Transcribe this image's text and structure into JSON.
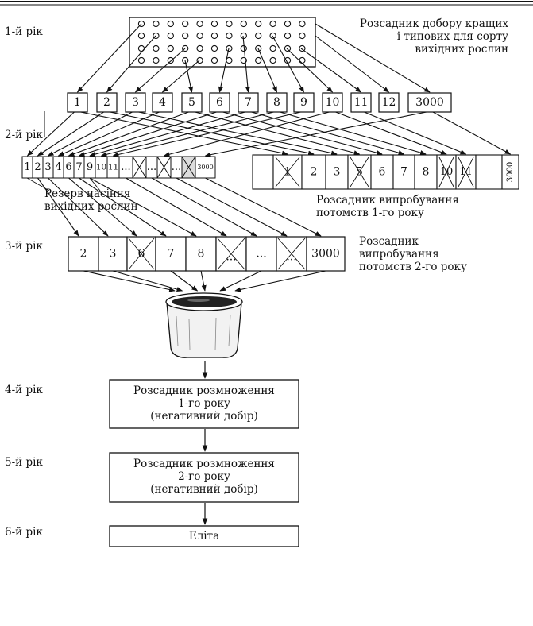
{
  "years": [
    "1-й рік",
    "2-й рік",
    "3-й рік",
    "4-й рік",
    "5-й рік",
    "6-й рік"
  ],
  "nursery1": [
    "Розсадник добору кращих",
    "і типових для сорту",
    "вихідних рослин"
  ],
  "row1_boxes": [
    "1",
    "2",
    "3",
    "4",
    "5",
    "6",
    "7",
    "8",
    "9",
    "10",
    "11",
    "12",
    "3000"
  ],
  "reserve_boxes": [
    "1",
    "2",
    "3",
    "4",
    "6",
    "7",
    "9",
    "10",
    "11",
    "...",
    "...",
    "...",
    "3000"
  ],
  "trial1_boxes": [
    "1",
    "2",
    "3",
    "5",
    "6",
    "7",
    "8",
    "10",
    "11",
    "3000"
  ],
  "reserve_caption": [
    "Резерв  насіння",
    "вихідних  рослин"
  ],
  "trial1_caption": [
    "Розсадник випробування",
    "потомств 1-го року"
  ],
  "trial2_boxes": [
    "2",
    "3",
    "6",
    "7",
    "8",
    "...",
    "...",
    "...",
    "3000"
  ],
  "trial2_caption": [
    "Розсадник",
    "випробування",
    "потомств 2-го року"
  ],
  "mult1": [
    "Розсадник розмноження",
    "1-го року",
    "(негативний добір)"
  ],
  "mult2": [
    "Розсадник розмноження",
    "2-го року",
    "(негативний добір)"
  ],
  "elite": "Еліта",
  "colors": {
    "line": "#111111",
    "background": "#ffffff",
    "bag_fill": "#f2f2f2"
  }
}
